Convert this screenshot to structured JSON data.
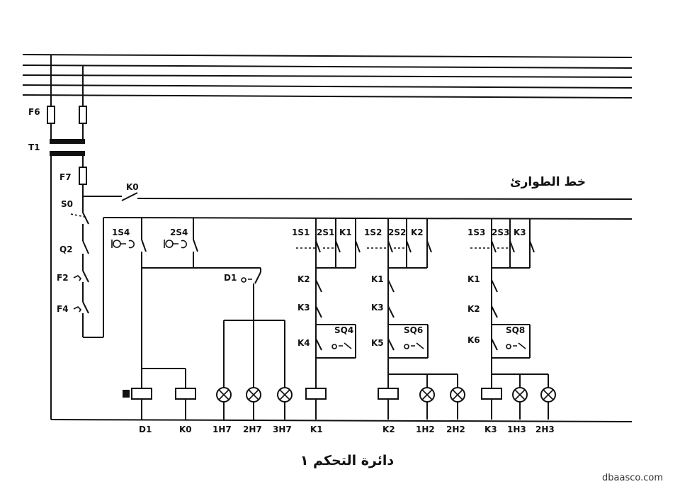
{
  "diagram": {
    "labels": {
      "F6": "F6",
      "T1": "T1",
      "F7": "F7",
      "K0_top": "K0",
      "S0": "S0",
      "Q2": "Q2",
      "F2": "F2",
      "F4": "F4",
      "1S4": "1S4",
      "2S4": "2S4",
      "D1_contact": "D1",
      "1S1": "1S1",
      "2S1": "2S1",
      "K1_a": "K1",
      "1S2": "1S2",
      "2S2": "2S2",
      "K2_a": "K2",
      "1S3": "1S3",
      "2S3": "2S3",
      "K3_a": "K3",
      "K2_i1": "K2",
      "K3_i1": "K3",
      "K4": "K4",
      "K1_i2": "K1",
      "K3_i2": "K3",
      "K5": "K5",
      "K1_i3": "K1",
      "K2_i3": "K2",
      "K6": "K6",
      "SQ4": "SQ4",
      "SQ6": "SQ6",
      "SQ8": "SQ8"
    },
    "bottom_labels": [
      "D1",
      "K0",
      "1H7",
      "2H7",
      "3H7",
      "K1",
      "K2",
      "1H2",
      "2H2",
      "K3",
      "1H3",
      "2H3"
    ],
    "emergency_line_label": "خط الطوارئ",
    "caption": "دائرة التحكم ١",
    "watermark": "dbaasco.com"
  }
}
